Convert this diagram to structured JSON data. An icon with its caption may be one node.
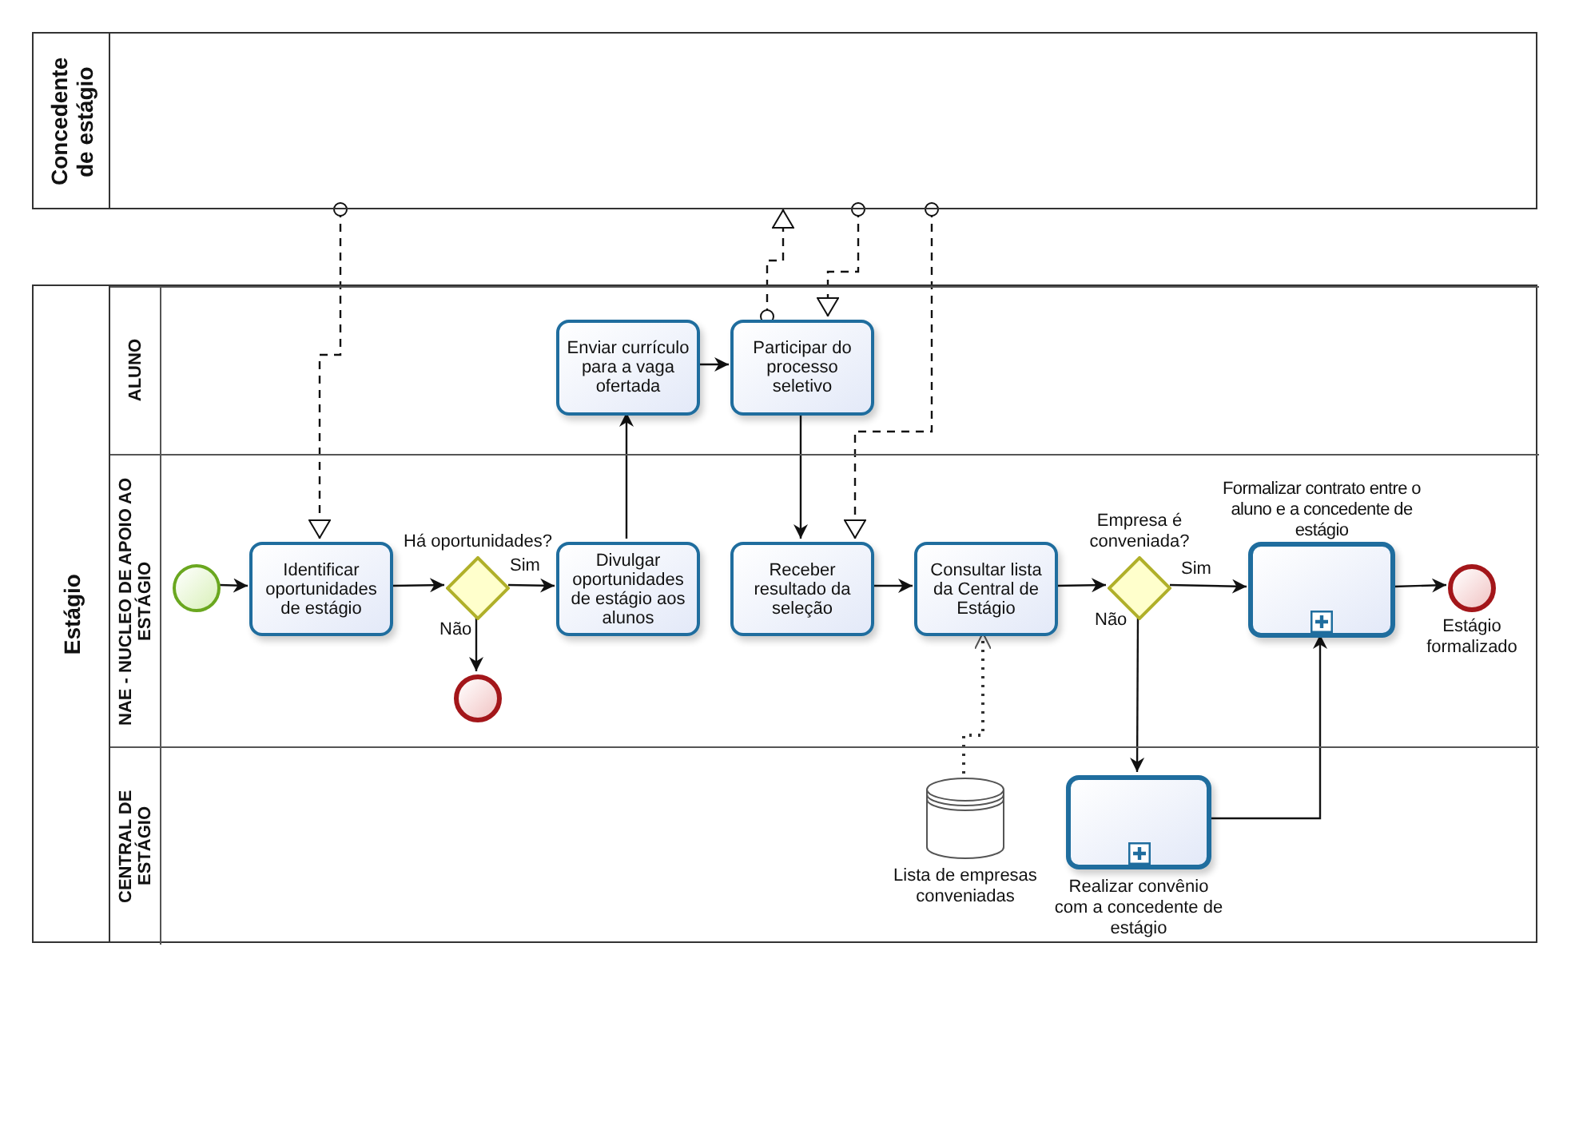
{
  "diagram": {
    "nodes": [
      {
        "text": [
          "Concedente de estágio"
        ]
      },
      {
        "text": [
          "Estágio"
        ]
      },
      {
        "text": [
          "ALUNO"
        ],
        "in": 1
      },
      {
        "text": [
          "NAE - NUCLEO DE APOIO AO ESTÁGIO"
        ],
        "in": 1
      },
      {
        "text": [
          "CENTRAL DE ESTÁGIO"
        ],
        "in": 1
      },
      {
        "text": [],
        "shape": "circle",
        "in": 3
      },
      {
        "text": [
          "Identificar oportunidades de estágio"
        ],
        "in": 3
      },
      {
        "text": [
          "Há oportunidades?"
        ],
        "in": 3
      },
      {
        "text": [],
        "shape": "circle",
        "in": 3
      },
      {
        "text": [
          "Divulgar oportunidades de estágio aos alunos"
        ],
        "in": 3
      },
      {
        "text": [
          "Enviar currículo para a vaga ofertada"
        ],
        "in": 2
      },
      {
        "text": [
          "Participar do processo seletivo"
        ],
        "in": 2
      },
      {
        "text": [
          "Receber resultado da seleção"
        ],
        "in": 3
      },
      {
        "text": [
          "Consultar lista da Central de Estágio"
        ],
        "in": 3
      },
      {
        "text": [
          "Empresa é conveniada?"
        ],
        "in": 3
      },
      {
        "text": [
          "Formalizar contrato entre o aluno e a concedente de estágio"
        ],
        "in": 3
      },
      {
        "text": [
          "Estágio formalizado"
        ],
        "in": 3
      },
      {
        "text": [
          "Lista de empresas conveniadas"
        ],
        "in": 4
      },
      {
        "text": [
          "Realizar convênio com a concedente de estágio"
        ],
        "in": 4
      }
    ],
    "edges": [
      {
        "from": 5,
        "to": 6,
        "arrow": "to"
      },
      {
        "from": 6,
        "to": 7,
        "arrow": "to"
      },
      {
        "from": 7,
        "to": 9,
        "arrow": "to",
        "label": "Sim"
      },
      {
        "from": 7,
        "to": 8,
        "arrow": "to",
        "label": "Não"
      },
      {
        "from": 9,
        "to": 10,
        "arrow": "to"
      },
      {
        "from": 10,
        "to": 11,
        "arrow": "to"
      },
      {
        "from": 11,
        "to": 12,
        "arrow": "to"
      },
      {
        "from": 12,
        "to": 13,
        "arrow": "to"
      },
      {
        "from": 13,
        "to": 14,
        "arrow": "to"
      },
      {
        "from": 14,
        "to": 15,
        "arrow": "to",
        "label": "Sim"
      },
      {
        "from": 14,
        "to": 18,
        "arrow": "to",
        "label": "Não"
      },
      {
        "from": 18,
        "to": 15,
        "arrow": "to"
      },
      {
        "from": 15,
        "to": 16,
        "arrow": "to"
      },
      {
        "from": 0,
        "to": 6,
        "arrow": "to",
        "style": "dashed"
      },
      {
        "from": 11,
        "to": 0,
        "arrow": "to",
        "style": "dashed"
      },
      {
        "from": 0,
        "to": 11,
        "arrow": "to",
        "style": "dashed"
      },
      {
        "from": 0,
        "to": 12,
        "arrow": "to",
        "style": "dashed"
      },
      {
        "from": 17,
        "to": 13,
        "arrow": "to",
        "style": "dashed"
      }
    ]
  }
}
